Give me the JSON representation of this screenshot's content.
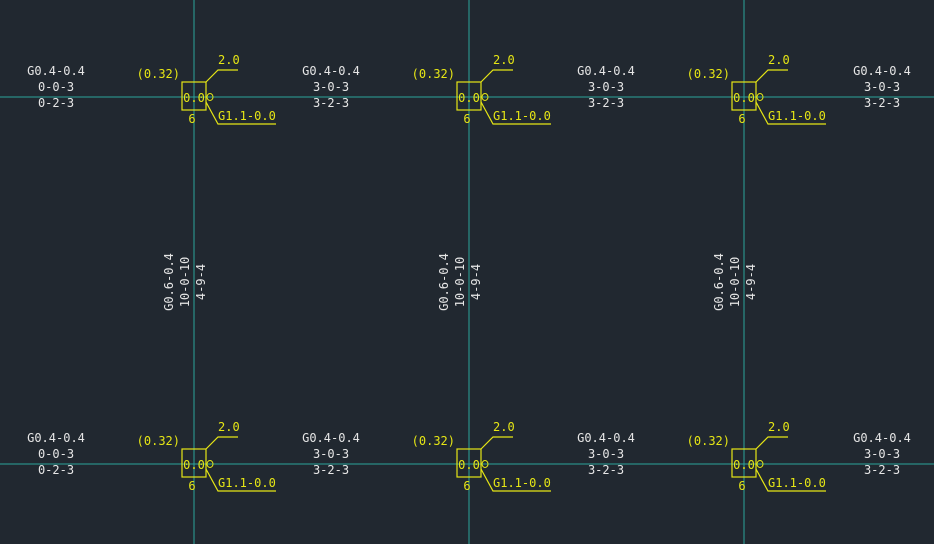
{
  "colors": {
    "background": "#212830",
    "grid_line": "#2aa59a",
    "column_annotation": "#e6e615",
    "beam_text": "#e6e6e6"
  },
  "columns": {
    "top_row": [
      {
        "load": "(0.32)",
        "value": "0.0",
        "right_top": "2.0",
        "right_bottom": "G1.1-0.0",
        "below": "6"
      },
      {
        "load": "(0.32)",
        "value": "0.0",
        "right_top": "2.0",
        "right_bottom": "G1.1-0.0",
        "below": "6"
      },
      {
        "load": "(0.32)",
        "value": "0.0",
        "right_top": "2.0",
        "right_bottom": "G1.1-0.0",
        "below": "6"
      }
    ],
    "bottom_row": [
      {
        "load": "(0.32)",
        "value": "0.0",
        "right_top": "2.0",
        "right_bottom": "G1.1-0.0",
        "below": "6"
      },
      {
        "load": "(0.32)",
        "value": "0.0",
        "right_top": "2.0",
        "right_bottom": "G1.1-0.0",
        "below": "6"
      },
      {
        "load": "(0.32)",
        "value": "0.0",
        "right_top": "2.0",
        "right_bottom": "G1.1-0.0",
        "below": "6"
      }
    ]
  },
  "horizontal_beams": {
    "top_row": [
      [
        "G0.4-0.4",
        "0-0-3",
        "0-2-3"
      ],
      [
        "G0.4-0.4",
        "3-0-3",
        "3-2-3"
      ],
      [
        "G0.4-0.4",
        "3-0-3",
        "3-2-3"
      ],
      [
        "G0.4-0.4",
        "3-0-3",
        "3-2-3"
      ]
    ],
    "bottom_row": [
      [
        "G0.4-0.4",
        "0-0-3",
        "0-2-3"
      ],
      [
        "G0.4-0.4",
        "3-0-3",
        "3-2-3"
      ],
      [
        "G0.4-0.4",
        "3-0-3",
        "3-2-3"
      ],
      [
        "G0.4-0.4",
        "3-0-3",
        "3-2-3"
      ]
    ]
  },
  "vertical_beams": [
    [
      "G0.6-0.4",
      "10-0-10",
      "4-9-4"
    ],
    [
      "G0.6-0.4",
      "10-0-10",
      "4-9-4"
    ],
    [
      "G0.6-0.4",
      "10-0-10",
      "4-9-4"
    ]
  ]
}
